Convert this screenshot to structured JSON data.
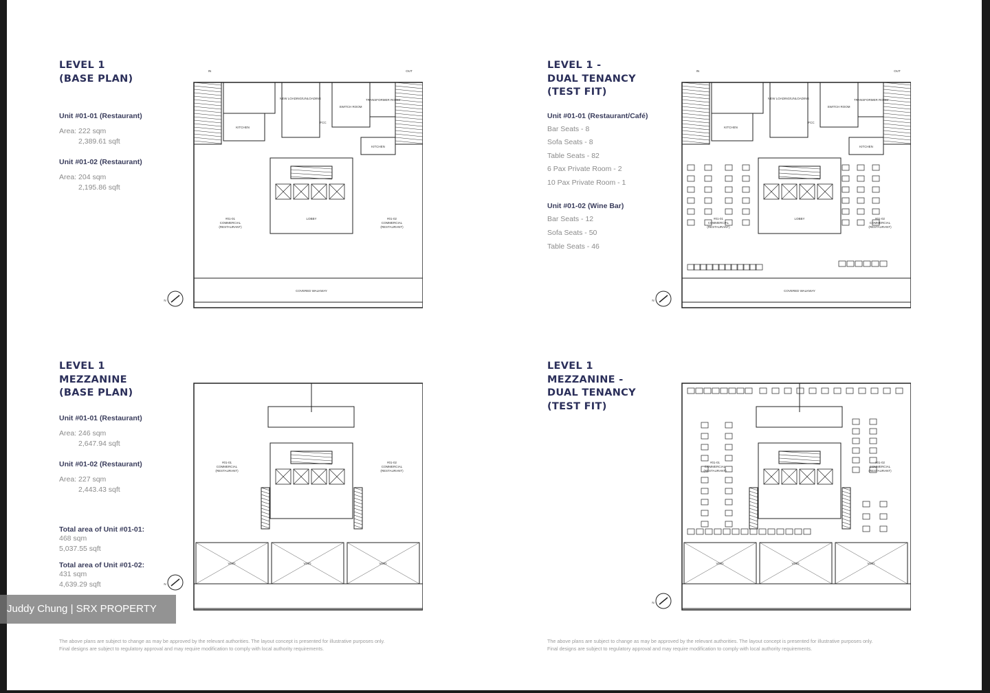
{
  "q1": {
    "title": [
      "LEVEL 1",
      "(BASE PLAN)"
    ],
    "units": [
      {
        "name": "Unit #01-01 (Restaurant)",
        "area": "Area: 222 sqm",
        "sqft": "2,389.61 sqft"
      },
      {
        "name": "Unit #01-02 (Restaurant)",
        "area": "Area: 204 sqm",
        "sqft": "2,195.86 sqft"
      }
    ]
  },
  "q2": {
    "title": [
      "LEVEL 1 -",
      "DUAL TENANCY",
      "(TEST FIT)"
    ],
    "units": [
      {
        "name": "Unit #01-01 (Restaurant/Café)",
        "seats": [
          "Bar Seats - 8",
          "Sofa Seats - 8",
          "Table Seats - 82",
          "6 Pax Private Room - 2",
          "10 Pax Private Room - 1"
        ]
      },
      {
        "name": "Unit #01-02 (Wine Bar)",
        "seats": [
          "Bar Seats - 12",
          "Sofa Seats - 50",
          "Table Seats - 46"
        ]
      }
    ]
  },
  "q3": {
    "title": [
      "LEVEL 1",
      "MEZZANINE",
      "(BASE PLAN)"
    ],
    "units": [
      {
        "name": "Unit #01-01 (Restaurant)",
        "area": "Area: 246 sqm",
        "sqft": "2,647.94 sqft"
      },
      {
        "name": "Unit #01-02 (Restaurant)",
        "area": "Area: 227 sqm",
        "sqft": "2,443.43 sqft"
      }
    ],
    "totals": [
      {
        "label": "Total area of Unit #01-01:",
        "sqm": "468 sqm",
        "sqft": "5,037.55 sqft"
      },
      {
        "label": "Total area of Unit #01-02:",
        "sqm": "431 sqm",
        "sqft": "4,639.29 sqft"
      }
    ]
  },
  "q4": {
    "title": [
      "LEVEL 1",
      "MEZZANINE -",
      "DUAL TENANCY",
      "(TEST FIT)"
    ]
  },
  "plan_labels": {
    "in": "IN",
    "out": "OUT",
    "kitchen": "KITCHEN",
    "lobby": "LOBBY",
    "switch": "SWITCH ROOM",
    "transformer": "TRANSFORMER ROOM",
    "fcc": "FCC",
    "loading": "NEW LOADING/UNLOADING",
    "walkway": "COVERED WALKWAY",
    "u1": "#01-01 COMMERCIAL (RESTAURANT)",
    "u2": "#01-02 COMMERCIAL (RESTAURANT)",
    "void": "VOID",
    "north": "N"
  },
  "disclaimer": [
    "The above plans are subject to change as may be approved by the relevant authorities. The layout concept is presented for illustrative purposes only.",
    "Final designs are subject to regulatory approval and may require modification to comply with local authority requirements."
  ],
  "watermark": "Juddy Chung | SRX PROPERTY"
}
